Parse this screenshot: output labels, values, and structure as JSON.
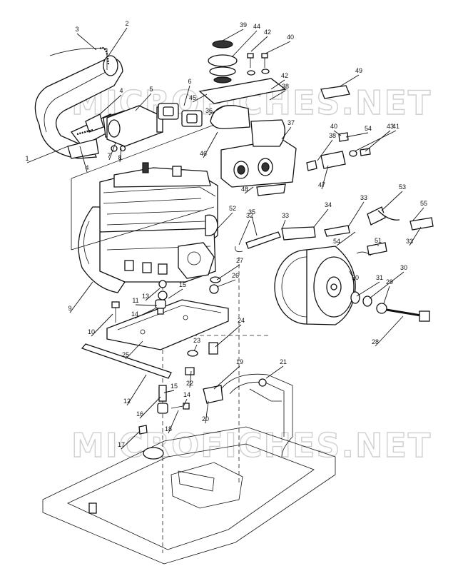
{
  "watermarks": [
    "MICROFICHES.NET",
    "MICROFICHES.NET"
  ],
  "callouts": [
    "1",
    "2",
    "3",
    "4",
    "4",
    "5",
    "6",
    "7",
    "8",
    "9",
    "10",
    "11",
    "12",
    "13",
    "14",
    "14",
    "15",
    "15",
    "16",
    "17",
    "18",
    "19",
    "20",
    "21",
    "22",
    "23",
    "24",
    "25",
    "26",
    "27",
    "28",
    "29",
    "30",
    "31",
    "32",
    "33",
    "33",
    "33",
    "34",
    "35",
    "36",
    "37",
    "38",
    "38",
    "39",
    "40",
    "40",
    "41",
    "42",
    "42",
    "43",
    "44",
    "45",
    "46",
    "47",
    "48",
    "49",
    "50",
    "51",
    "52",
    "53",
    "54",
    "54",
    "55"
  ]
}
